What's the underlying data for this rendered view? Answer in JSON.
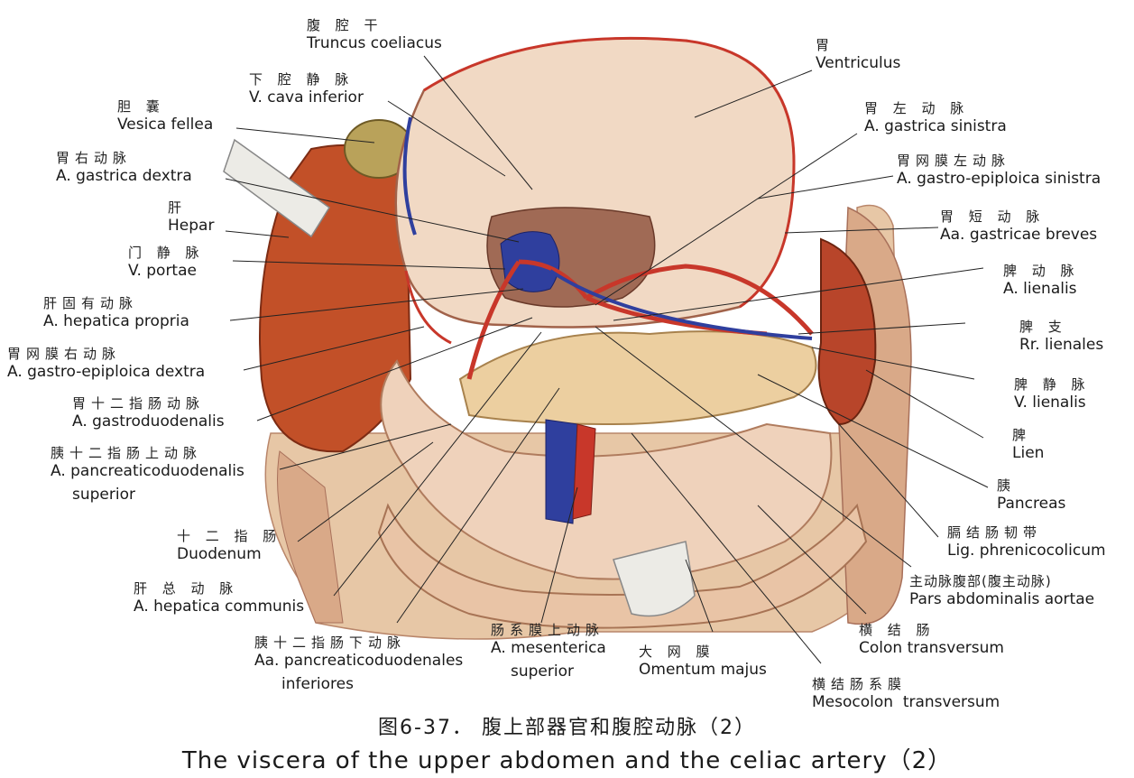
{
  "figure_caption": {
    "zh": "图6-37．  腹上部器官和腹腔动脉（2）",
    "en": "The viscera of the upper abdomen and the celiac artery（2）"
  },
  "labels": {
    "truncus": {
      "zh": "腹 腔 干",
      "la": "Truncus coeliacus"
    },
    "vcava": {
      "zh": "下 腔 静 脉",
      "la": "V. cava inferior"
    },
    "vesica": {
      "zh": "胆   囊",
      "la": "Vesica fellea"
    },
    "gdextra": {
      "zh": "胃右动脉",
      "la": "A. gastrica dextra"
    },
    "hepar": {
      "zh": "肝",
      "la": "Hepar"
    },
    "vportae": {
      "zh": "门 静 脉",
      "la": "V. portae"
    },
    "hpropria": {
      "zh": "肝固有动脉",
      "la": "A. hepatica propria"
    },
    "gepid": {
      "zh": "胃网膜右动脉",
      "la": "A. gastro-epiploica dextra"
    },
    "gduod": {
      "zh": "胃十二指肠动脉",
      "la": "A. gastroduodenalis"
    },
    "pdsup": {
      "zh": "胰十二指肠上动脉",
      "la": "A. pancreaticoduodenalis",
      "la2": "superior"
    },
    "duodenum": {
      "zh": "十 二 指 肠",
      "la": "Duodenum"
    },
    "hcommunis": {
      "zh": "肝 总 动 脉",
      "la": "A. hepatica communis"
    },
    "pdinf": {
      "zh": "胰十二指肠下动脉",
      "la": "Aa. pancreaticoduodenales",
      "la2": "inferiores"
    },
    "mesenterica": {
      "zh": "肠系膜上动脉",
      "la": "A. mesenterica",
      "la2": "superior"
    },
    "omentum": {
      "zh": "大 网 膜",
      "la": "Omentum majus"
    },
    "mesocolon": {
      "zh": "横结肠系膜",
      "la": "Mesocolon  transversum"
    },
    "colon": {
      "zh": "横 结 肠",
      "la": "Colon transversum"
    },
    "aorta": {
      "zh": "主动脉腹部(腹主动脉)",
      "la": "Pars abdominalis aortae"
    },
    "phrenico": {
      "zh": "膈结肠韧带",
      "la": "Lig. phrenicocolicum"
    },
    "pancreas": {
      "zh": "胰",
      "la": "Pancreas"
    },
    "lien": {
      "zh": "脾",
      "la": "Lien"
    },
    "vlienalis": {
      "zh": "脾 静 脉",
      "la": "V. lienalis"
    },
    "rrlienales": {
      "zh": "脾  支",
      "la": "Rr. lienales"
    },
    "alienalis": {
      "zh": "脾 动 脉",
      "la": "A. lienalis"
    },
    "breves": {
      "zh": "胃 短 动 脉",
      "la": "Aa. gastricae breves"
    },
    "gepis": {
      "zh": "胃网膜左动脉",
      "la": "A. gastro-epiploica sinistra"
    },
    "gsinistra": {
      "zh": "胃 左 动 脉",
      "la": "A. gastrica sinistra"
    },
    "ventriculus": {
      "zh": "胃",
      "la": "Ventriculus"
    }
  },
  "colors": {
    "artery": "#c8372a",
    "vein": "#2f3f9e",
    "stomach": "#f1d9c4",
    "liver": "#c0502a",
    "spleen": "#b8452a",
    "pancreas": "#eccfa0",
    "intestine": "#efd2bb",
    "gallbladder": "#b9a25a",
    "leader": "#222222"
  }
}
